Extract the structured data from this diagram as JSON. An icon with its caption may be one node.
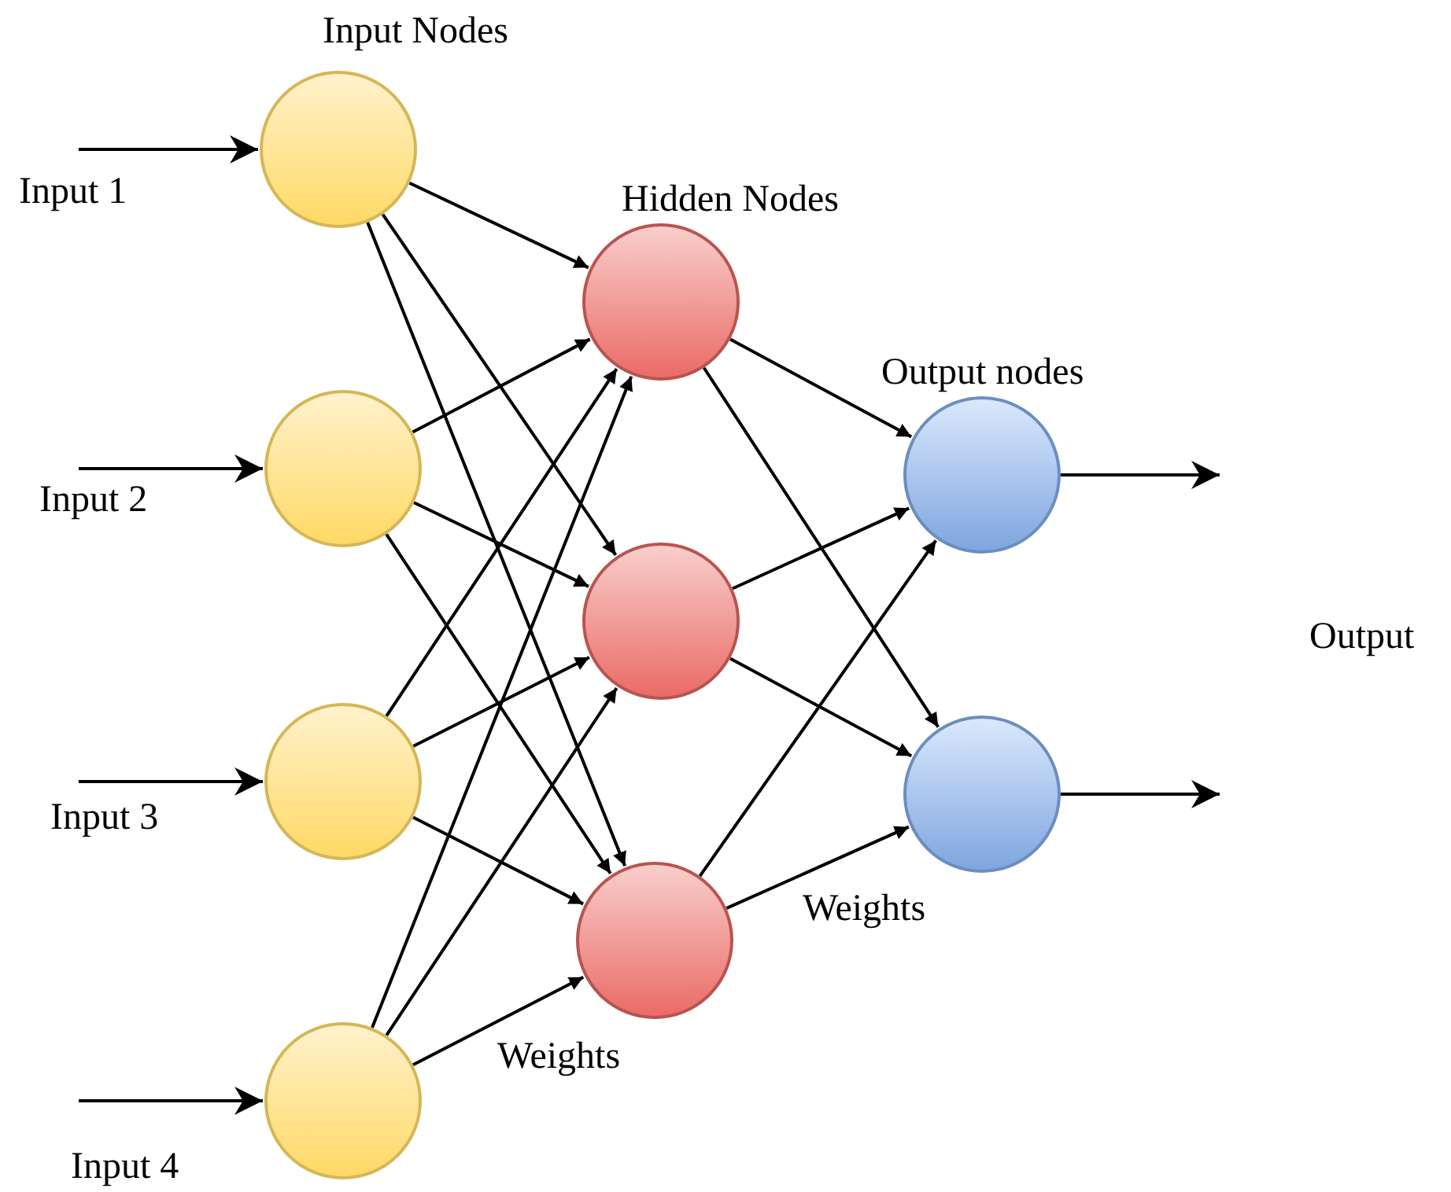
{
  "diagram": {
    "nodes": [
      {
        "text": [],
        "shape": "circle"
      },
      {
        "text": [],
        "shape": "circle"
      },
      {
        "text": [],
        "shape": "circle"
      },
      {
        "text": [],
        "shape": "circle"
      },
      {
        "text": [],
        "shape": "circle"
      },
      {
        "text": [],
        "shape": "circle"
      },
      {
        "text": [],
        "shape": "circle"
      },
      {
        "text": [],
        "shape": "circle"
      },
      {
        "text": [],
        "shape": "circle"
      }
    ],
    "edges": [
      {
        "from": null,
        "to": 0,
        "arrow": "to"
      },
      {
        "from": null,
        "to": 1,
        "arrow": "to"
      },
      {
        "from": null,
        "to": 2,
        "arrow": "to"
      },
      {
        "from": null,
        "to": 3,
        "arrow": "to"
      },
      {
        "from": 0,
        "to": 4,
        "arrow": "to"
      },
      {
        "from": 0,
        "to": 5,
        "arrow": "to"
      },
      {
        "from": 0,
        "to": 6,
        "arrow": "to"
      },
      {
        "from": 1,
        "to": 4,
        "arrow": "to"
      },
      {
        "from": 1,
        "to": 5,
        "arrow": "to"
      },
      {
        "from": 1,
        "to": 6,
        "arrow": "to"
      },
      {
        "from": 2,
        "to": 4,
        "arrow": "to"
      },
      {
        "from": 2,
        "to": 5,
        "arrow": "to"
      },
      {
        "from": 2,
        "to": 6,
        "arrow": "to"
      },
      {
        "from": 3,
        "to": 4,
        "arrow": "to"
      },
      {
        "from": 3,
        "to": 5,
        "arrow": "to"
      },
      {
        "from": 3,
        "to": 6,
        "arrow": "to"
      },
      {
        "from": 4,
        "to": 7,
        "arrow": "to"
      },
      {
        "from": 4,
        "to": 8,
        "arrow": "to"
      },
      {
        "from": 5,
        "to": 7,
        "arrow": "to"
      },
      {
        "from": 5,
        "to": 8,
        "arrow": "to"
      },
      {
        "from": 6,
        "to": 7,
        "arrow": "to"
      },
      {
        "from": 6,
        "to": 8,
        "arrow": "to"
      },
      {
        "from": 7,
        "to": null,
        "arrow": "to"
      },
      {
        "from": 8,
        "to": null,
        "arrow": "to"
      }
    ],
    "labels": [
      "Input Nodes",
      "Input 1",
      "Hidden Nodes",
      "Output nodes",
      "Input 2",
      "Output",
      "Input 3",
      "Weights",
      "Weights",
      "Input 4"
    ]
  }
}
